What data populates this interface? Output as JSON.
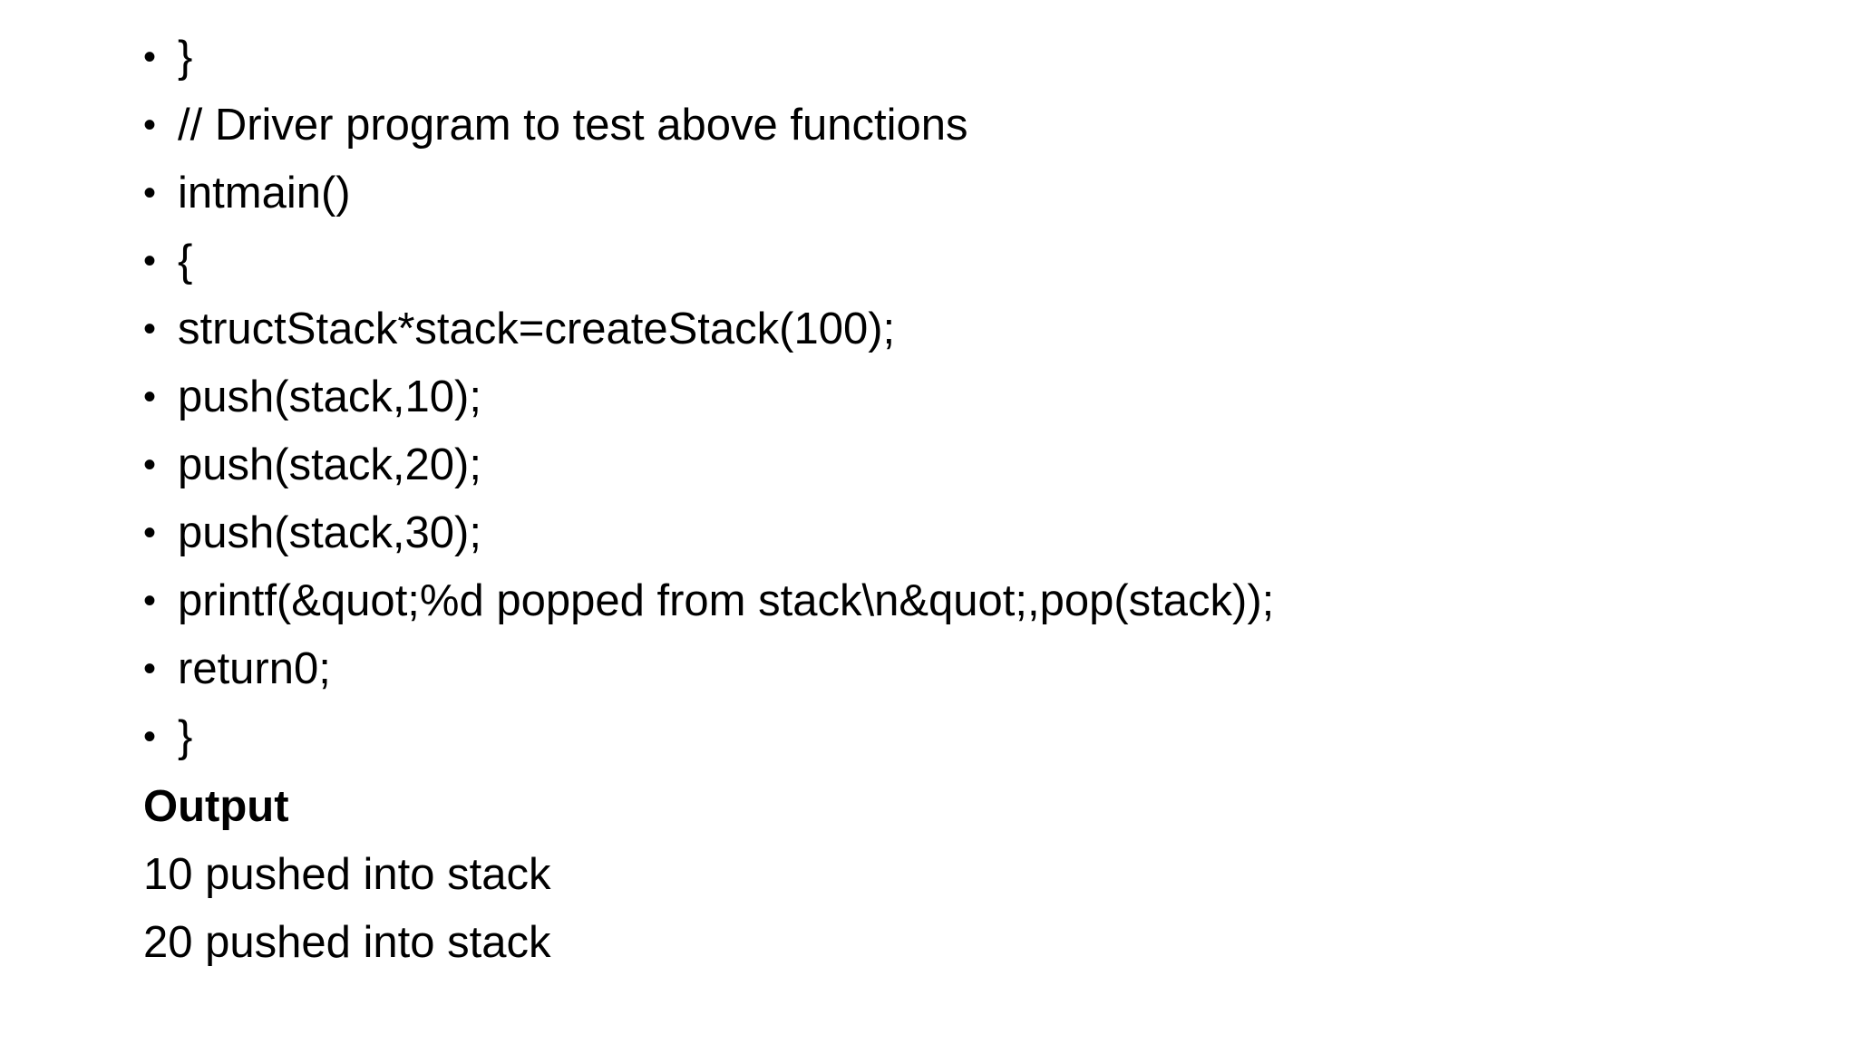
{
  "code_lines": [
    "}",
    "// Driver program to test above functions",
    "intmain()",
    "{",
    "structStack*stack=createStack(100);",
    "push(stack,10);",
    "push(stack,20);",
    "push(stack,30);",
    "printf(&quot;%d popped from stack\\n&quot;,pop(stack));",
    "return0;",
    "}"
  ],
  "bullet_char": "•",
  "output": {
    "heading": "Output",
    "lines": [
      "10 pushed into stack",
      "20 pushed into stack"
    ]
  }
}
